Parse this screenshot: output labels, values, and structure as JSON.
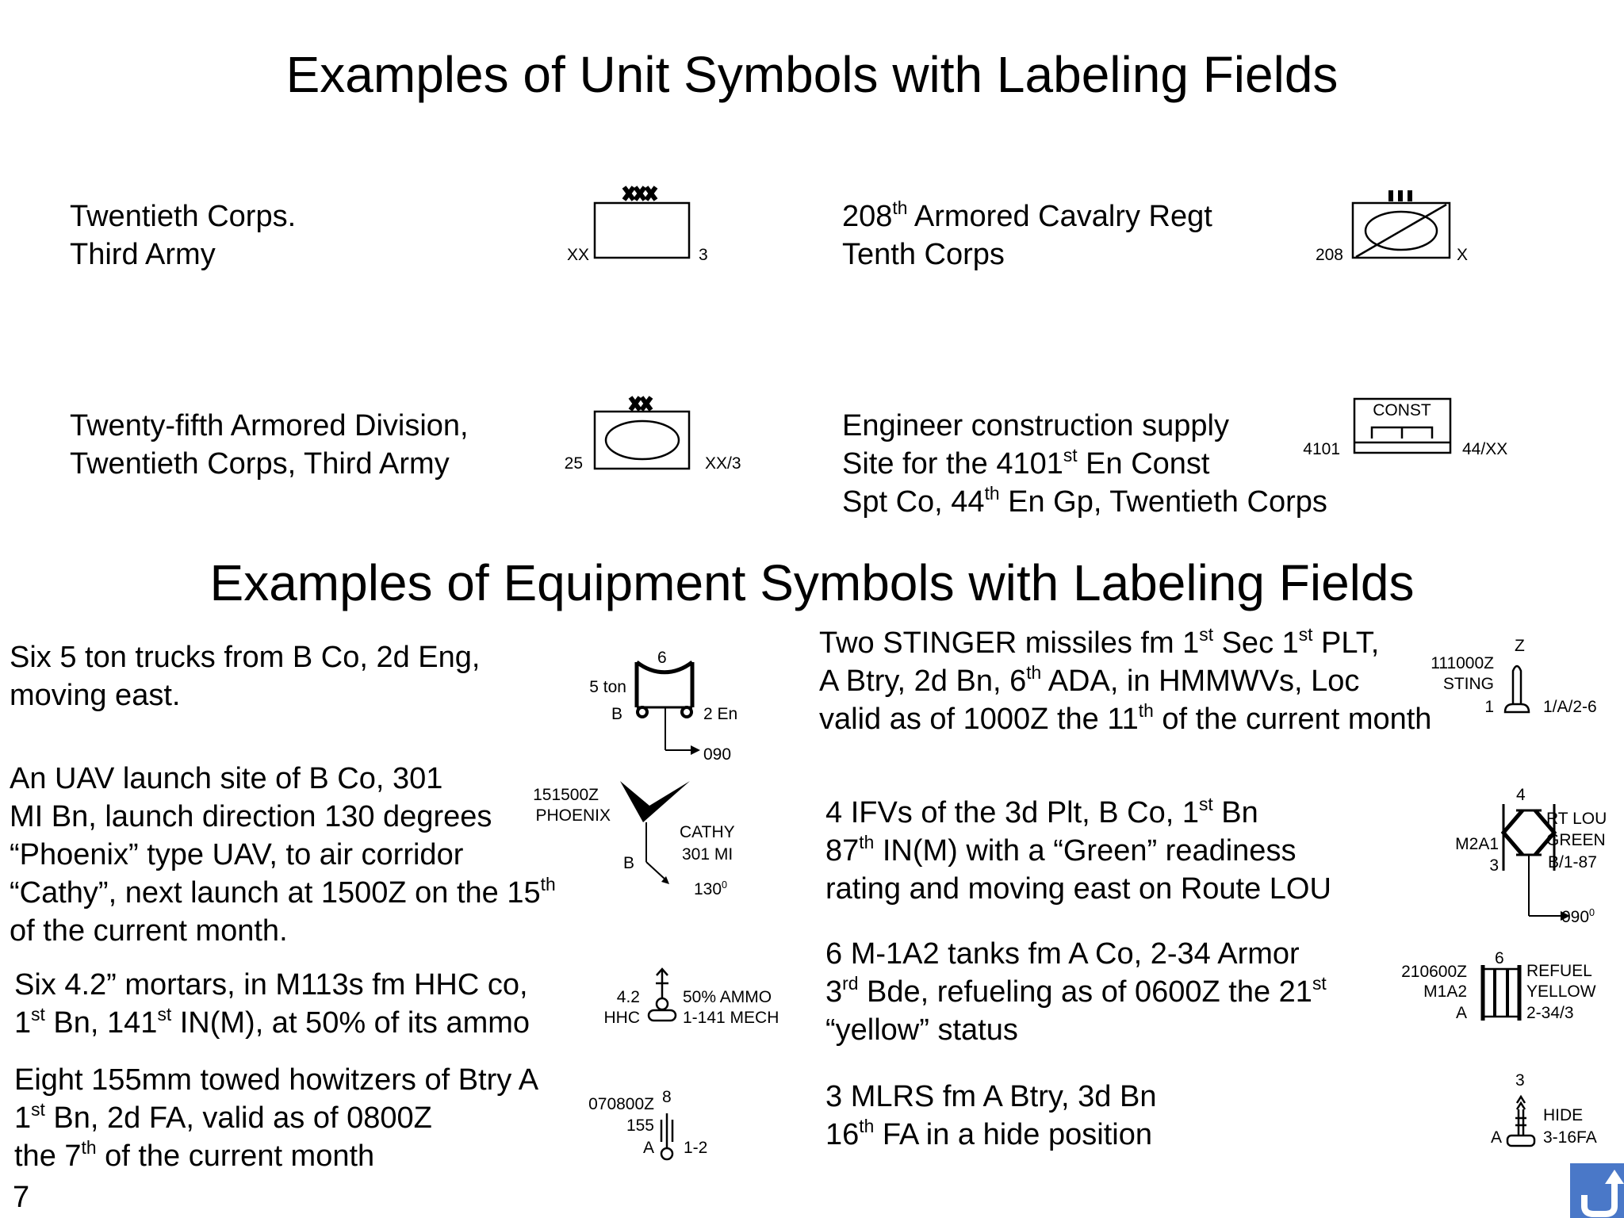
{
  "titles": {
    "units": "Examples of Unit Symbols with Labeling Fields",
    "equipment": "Examples of Equipment Symbols with Labeling Fields"
  },
  "units": {
    "corps": {
      "line1": "Twentieth Corps.",
      "line2": "Third Army",
      "echelon": "XXX",
      "left": "XX",
      "right": "3"
    },
    "cavalry": {
      "line1_num": "208",
      "line1_sup": "th",
      "line1_rest": " Armored Cavalry Regt",
      "line2": "Tenth Corps",
      "echelon": "III",
      "left": "208",
      "right": "X"
    },
    "division": {
      "line1": "Twenty-fifth Armored Division,",
      "line2": "Twentieth Corps, Third Army",
      "echelon": "XX",
      "left": "25",
      "right": "XX/3"
    },
    "engineer": {
      "line1": "Engineer construction supply",
      "line2_a": "Site for the 4101",
      "line2_sup": "st",
      "line2_b": " En Const",
      "line3_a": "Spt Co, 44",
      "line3_sup": "th",
      "line3_b": " En Gp, Twentieth Corps",
      "box_label": "CONST",
      "left": "4101",
      "right": "44/XX"
    }
  },
  "equipment": {
    "trucks": {
      "line1": "Six 5 ton trucks from B Co, 2d Eng,",
      "line2": "moving east.",
      "qty": "6",
      "type": "5 ton",
      "unit": "B",
      "higher": "2 En",
      "direction": "090"
    },
    "stinger": {
      "line1_a": "Two STINGER missiles fm 1",
      "line1_sup1": "st",
      "line1_b": " Sec 1",
      "line1_sup2": "st",
      "line1_c": " PLT,",
      "line2_a": "A Btry, 2d Bn, 6",
      "line2_sup": "th",
      "line2_b": " ADA, in HMMWVs, Loc",
      "line3_a": "valid as of 1000Z the 11",
      "line3_sup": "th",
      "line3_b": " of the current month",
      "dtg": "111000Z",
      "type": "STING",
      "qty": "1",
      "top": "Z",
      "higher": "1/A/2-6"
    },
    "uav": {
      "line1": "An UAV launch site of B Co, 301",
      "line2": "MI Bn, launch direction 130 degrees",
      "line3": "“Phoenix” type UAV, to air corridor",
      "line4_a": "“Cathy”, next launch at 1500Z on the 15",
      "line4_sup": "th",
      "line5": "of the current month.",
      "dtg": "151500Z",
      "type": "PHOENIX",
      "unit": "B",
      "corridor": "CATHY",
      "higher": "301 MI",
      "direction": "130",
      "direction_sup": "0"
    },
    "ifv": {
      "line1_a": "4 IFVs of the 3d Plt, B Co, 1",
      "line1_sup": "st",
      "line1_b": " Bn",
      "line2_a": "87",
      "line2_sup": "th",
      "line2_b": " IN(M) with a “Green” readiness",
      "line3": "rating and moving east on Route LOU",
      "qty": "4",
      "type": "M2A1",
      "small": "3",
      "route": "RT LOU",
      "status": "GREEN",
      "higher": "B/1-87",
      "direction": "090",
      "direction_sup": "0"
    },
    "mortars": {
      "line1": "Six 4.2” mortars, in M113s fm HHC co,",
      "line2_a": "1",
      "line2_sup1": "st",
      "line2_b": " Bn, 141",
      "line2_sup2": "st",
      "line2_c": " IN(M), at 50% of its ammo",
      "type": "4.2",
      "unit": "HHC",
      "status": "50% AMMO",
      "higher": "1-141 MECH"
    },
    "tanks": {
      "line1": "6 M-1A2 tanks fm A Co, 2-34 Armor",
      "line2_a": "3",
      "line2_sup1": "rd",
      "line2_b": " Bde, refueling as of 0600Z the 21",
      "line2_sup2": "st",
      "line3": "“yellow” status",
      "qty": "6",
      "dtg": "210600Z",
      "type": "M1A2",
      "unit": "A",
      "activity": "REFUEL",
      "status": "YELLOW",
      "higher": "2-34/3"
    },
    "howitzers": {
      "line1": "Eight 155mm towed howitzers of Btry A",
      "line2_a": "1",
      "line2_sup": "st",
      "line2_b": " Bn, 2d FA, valid as of 0800Z",
      "line3_a": "the 7",
      "line3_sup": "th",
      "line3_b": " of the current month",
      "qty": "8",
      "dtg": "070800Z",
      "type": "155",
      "unit": "A",
      "higher": "1-2"
    },
    "mlrs": {
      "line1": "3 MLRS fm A Btry, 3d Bn",
      "line2_a": "16",
      "line2_sup": "th",
      "line2_b": " FA in a hide position",
      "qty": "3",
      "unit": "A",
      "activity": "HIDE",
      "higher": "3-16FA"
    }
  },
  "page_number": "7",
  "nav": {
    "back_icon": "return-arrow-icon",
    "accent": "#4a78c8"
  }
}
